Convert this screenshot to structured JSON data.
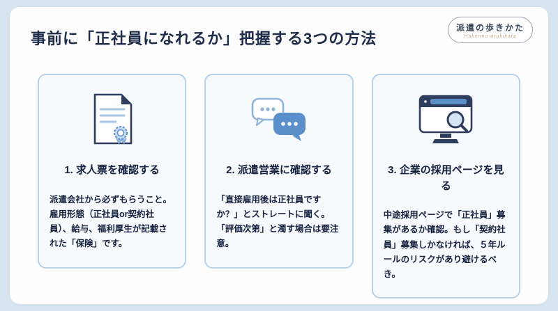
{
  "page": {
    "title": "事前に「正社員になれるか」把握する3つの方法"
  },
  "logo": {
    "text": "派遣の歩きかた",
    "subtext": "Hakenno arukikata"
  },
  "theme": {
    "background": "#d8e5f1",
    "panel": "#fdfdfe",
    "card_border": "#b7d1e6",
    "card_background": "#f6fafd",
    "text_dark_navy": "#16223e",
    "icon_navy": "#2e3d5e",
    "icon_blue": "#5b8fc9",
    "icon_light_blue": "#a9c6e2"
  },
  "cards": [
    {
      "icon": "document-seal-icon",
      "heading": "1. 求人票を確認する",
      "body": "派遣会社から必ずもらうこと。雇用形態（正社員or契約社員）、給与、福利厚生が記載された「保険」です。"
    },
    {
      "icon": "chat-bubbles-icon",
      "heading": "2. 派遣営業に確認する",
      "body": "「直接雇用後は正社員ですか？」とストレートに聞く。「評価次第」と濁す場合は要注意。"
    },
    {
      "icon": "browser-search-icon",
      "heading": "3. 企業の採用ページを見る",
      "body": "中途採用ページで「正社員」募集があるか確認。もし「契約社員」募集しかなければ、５年ルールのリスクがあり避けるべき。"
    }
  ]
}
